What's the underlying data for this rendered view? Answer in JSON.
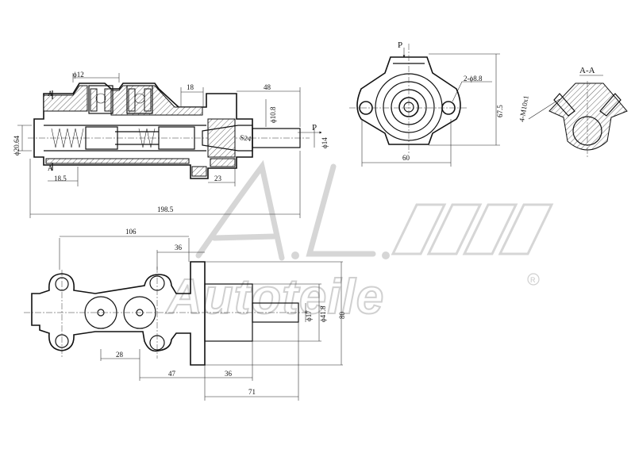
{
  "watermark": {
    "brand": "A.L.",
    "subtitle": "Autoteile",
    "mark": "R"
  },
  "labels": {
    "p_side": "P",
    "p_top": "P",
    "section_a_left_top": "A",
    "section_a_left_bottom": "A",
    "section_title": "A-A"
  },
  "dimensions": {
    "d12": "ϕ12",
    "d18": "18",
    "d48": "48",
    "d10_8": "ϕ10.8",
    "d20_64": "ϕ20.64",
    "d14": "ϕ14",
    "s24": "S24",
    "d18_5": "18.5",
    "d23": "23",
    "d198_5": "198.5",
    "holes": "2-ϕ8.8",
    "d67_5": "67.5",
    "d60": "60",
    "thread": "4-M10x1",
    "d106": "106",
    "d36_top": "36",
    "d17": "ϕ17",
    "d41_8": "ϕ41.8",
    "d80": "80",
    "d28": "28",
    "d47": "47",
    "d36_bot": "36",
    "d71": "71"
  }
}
